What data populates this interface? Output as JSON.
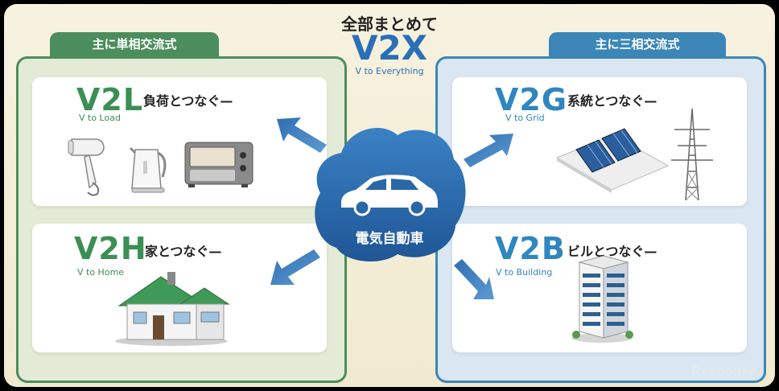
{
  "header": {
    "title": "全部まとめて",
    "code": "V2X",
    "subtitle": "V to Everything"
  },
  "left_group": {
    "label": "主に単相交流式"
  },
  "right_group": {
    "label": "主に三相交流式"
  },
  "center": {
    "label": "電気自動車"
  },
  "cards": {
    "v2l": {
      "code": "V2L",
      "subtitle": "V to Load",
      "description": "負荷とつなぐ—"
    },
    "v2h": {
      "code": "V2H",
      "subtitle": "V to Home",
      "description": "家とつなぐ—"
    },
    "v2g": {
      "code": "V2G",
      "subtitle": "V to Grid",
      "description": "系統とつなぐ—"
    },
    "v2b": {
      "code": "V2B",
      "subtitle": "V to Building",
      "description": "ビルとつなぐ—"
    }
  },
  "watermark": "Response.",
  "colors": {
    "green": "#4c8d5c",
    "blue": "#3b86b7",
    "cloud": "#2f6fb0",
    "background": "#f4eed6"
  },
  "icons": [
    "hair-dryer-icon",
    "kettle-icon",
    "toaster-oven-icon",
    "house-icon",
    "solar-panel-icon",
    "power-tower-icon",
    "building-icon",
    "car-icon",
    "arrow-icon"
  ]
}
